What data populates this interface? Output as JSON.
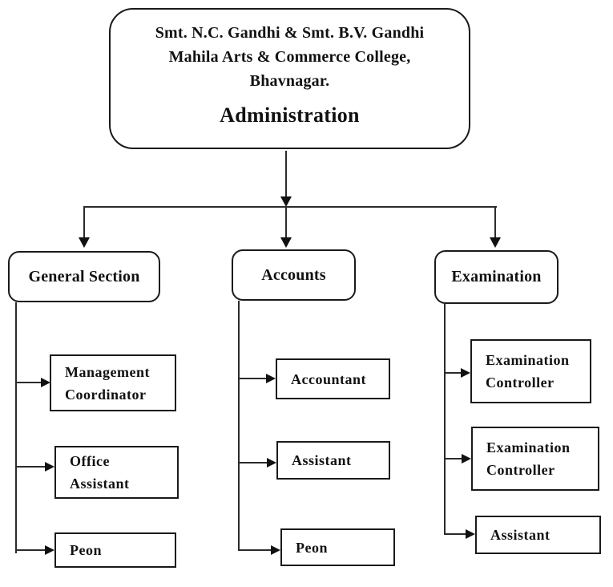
{
  "diagram": {
    "root": {
      "org_lines": [
        "Smt. N.C. Gandhi & Smt. B.V. Gandhi",
        "Mahila Arts & Commerce College,",
        "Bhavnagar."
      ],
      "title": "Administration"
    },
    "sections": [
      {
        "label": "General Section",
        "children": [
          {
            "label": "Management Coordinator"
          },
          {
            "label": "Office Assistant"
          },
          {
            "label": "Peon"
          }
        ]
      },
      {
        "label": "Accounts",
        "children": [
          {
            "label": "Accountant"
          },
          {
            "label": "Assistant"
          },
          {
            "label": "Peon"
          }
        ]
      },
      {
        "label": "Examination",
        "children": [
          {
            "label": "Examination Controller"
          },
          {
            "label": "Examination Controller"
          },
          {
            "label": "Assistant"
          }
        ]
      }
    ],
    "colors": {
      "ink": "#111111",
      "background": "#ffffff"
    }
  }
}
